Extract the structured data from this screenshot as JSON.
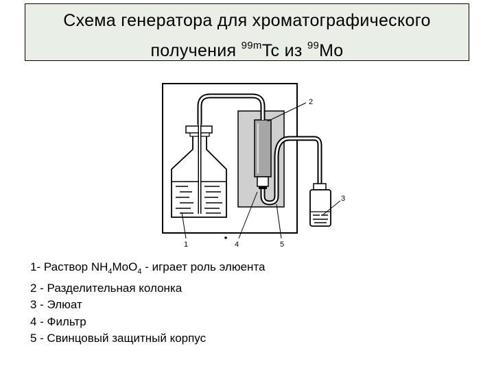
{
  "title": {
    "line1": "Схема генератора для хроматографического",
    "line2_prefix": "получения ",
    "tc_sup": "99m",
    "tc": "Tc",
    "middle": " из ",
    "mo_sup": "99",
    "mo": "Mo"
  },
  "labels": {
    "n1": "1",
    "n2": "2",
    "n3": "3",
    "n4": "4",
    "n5": "5"
  },
  "legend": {
    "item1_prefix": "1- Раствор NH",
    "item1_sub1": "4",
    "item1_mid": "MoO",
    "item1_sub2": "4",
    "item1_suffix": " - играет роль элюента",
    "item2": "2 - Разделительная колонка",
    "item3": "3 - Элюат",
    "item4": "4 - Фильтр",
    "item5": "5 - Свинцовый защитный корпус"
  }
}
